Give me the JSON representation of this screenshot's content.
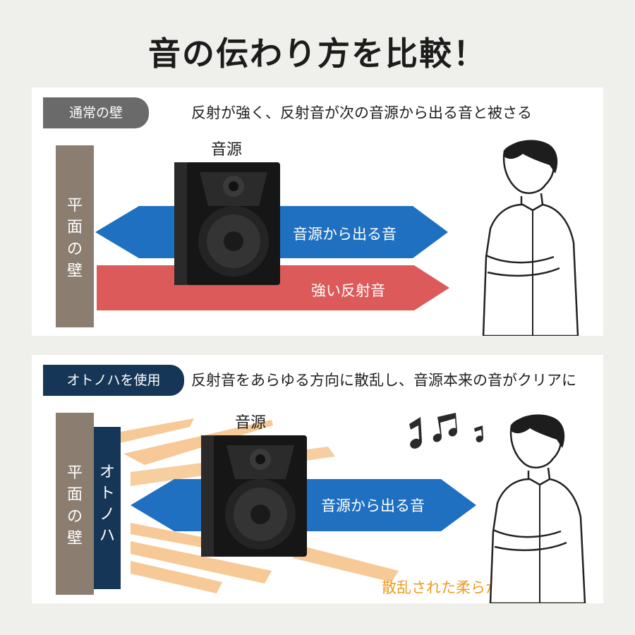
{
  "title": "音の伝わり方を比較！",
  "panel1": {
    "badge": "通常の壁",
    "description": "反射が強く、反射音が次の音源から出る音と被さる",
    "wall_label": [
      "平",
      "面",
      "の",
      "壁"
    ],
    "source_label": "音源",
    "arrow_direct": "音源から出る音",
    "arrow_reflect": "強い反射音"
  },
  "panel2": {
    "badge": "オトノハを使用",
    "description": "反射音をあらゆる方向に散乱し、音源本来の音がクリアに",
    "wall_label": [
      "平",
      "面",
      "の",
      "壁"
    ],
    "otonoha_label": [
      "オ",
      "ト",
      "ノ",
      "ハ"
    ],
    "source_label": "音源",
    "arrow_direct": "音源から出る音",
    "scatter_label": "散乱された柔らかい反射音"
  },
  "colors": {
    "direct_arrow": "#1f70c1",
    "reflect_arrow": "#dc5b5a",
    "scatter": "#f6c996",
    "wall": "#8b7e70",
    "otonoha": "#163657"
  },
  "icons": [
    "speaker-icon",
    "person-icon",
    "music-note-icon"
  ]
}
